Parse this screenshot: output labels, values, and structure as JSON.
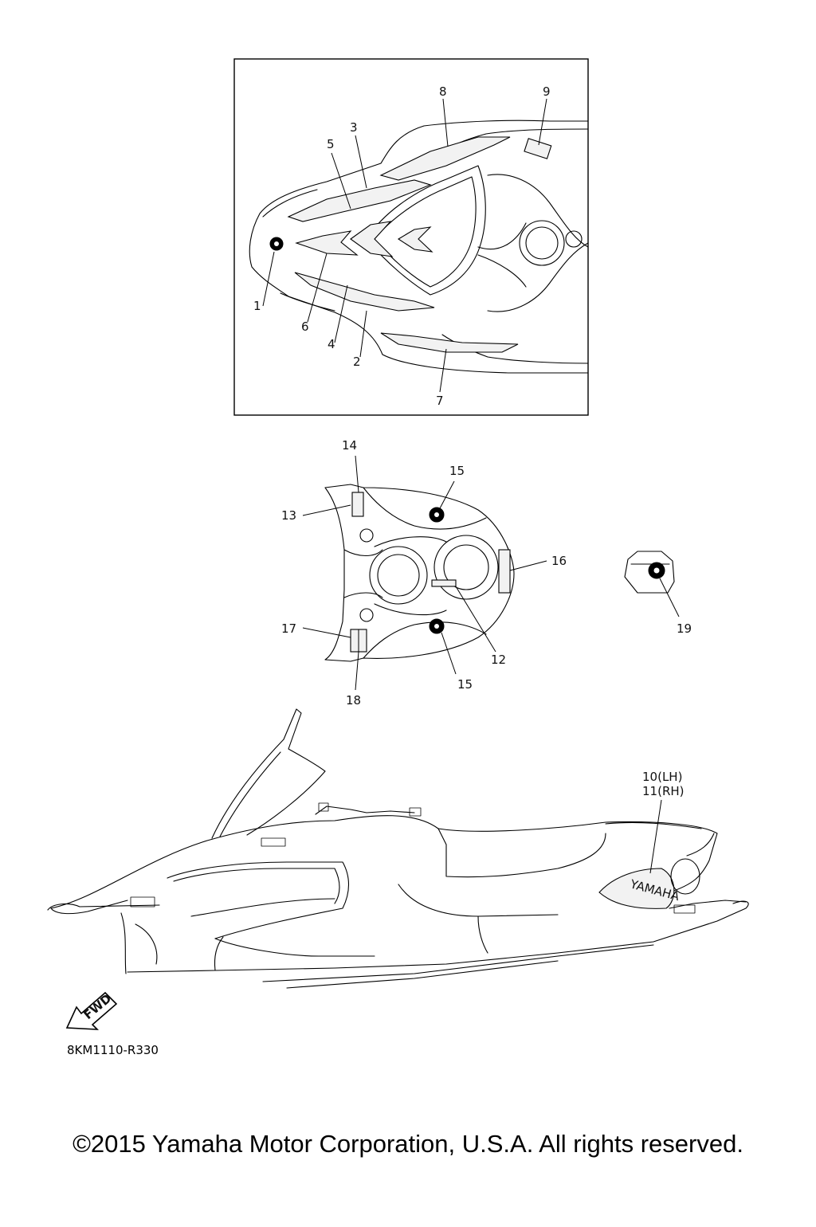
{
  "diagram": {
    "top_callouts": [
      "1",
      "2",
      "3",
      "4",
      "5",
      "6",
      "7",
      "8",
      "9"
    ],
    "middle_callouts": [
      "12",
      "13",
      "14",
      "15",
      "15",
      "16",
      "17",
      "18",
      "19"
    ],
    "side_callouts": [
      "10(LH)",
      "11(RH)"
    ],
    "fwd_label": "FWD",
    "decal_text": "YAMAHA",
    "reference_code": "8KM1110-R330"
  },
  "footer": {
    "copyright": "©2015 Yamaha Motor Corporation, U.S.A. All rights reserved."
  },
  "colors": {
    "line": "#000000",
    "background": "#ffffff",
    "decal_fill": "#f2f2f2"
  }
}
